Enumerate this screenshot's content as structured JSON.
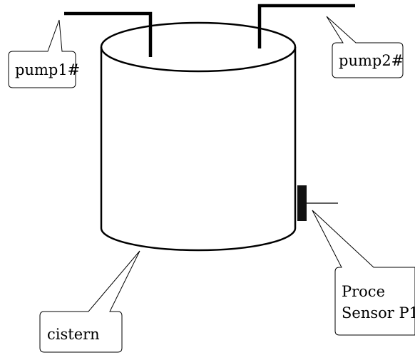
{
  "labels": {
    "pump1": "pump1#",
    "pump2": "pump2#",
    "cistern": "cistern",
    "sensor_line1": "Proce",
    "sensor_line2": "Sensor P1"
  },
  "colors": {
    "stroke": "#000000",
    "background": "#ffffff",
    "sensor_body": "#111111"
  }
}
